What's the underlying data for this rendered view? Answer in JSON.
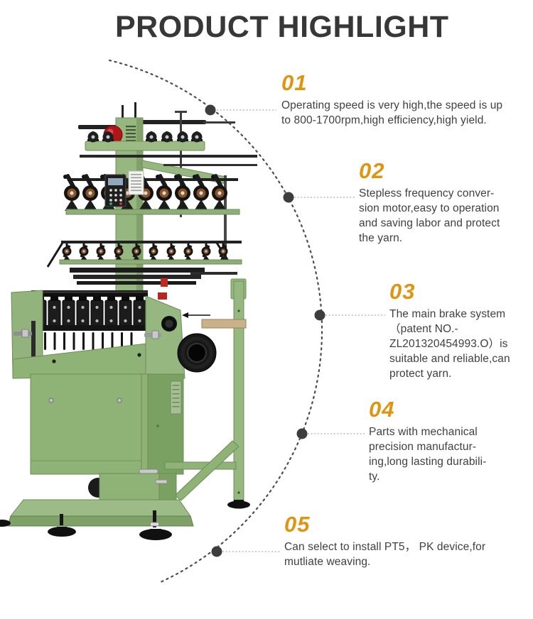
{
  "header": {
    "title": "PRODUCT HIGHLIGHT"
  },
  "features": [
    {
      "number": "01",
      "text": "Operating speed is very high,the speed is up\nto 800-1700rpm,high efficiency,high yield."
    },
    {
      "number": "02",
      "text": "Stepless frequency conver-\nsion motor,easy to operation\nand saving labor and protect\nthe yarn."
    },
    {
      "number": "03",
      "text": "The main brake system\n（patent NO.-\nZL201320454993.O）is\nsuitable and reliable,can\nprotect yarn."
    },
    {
      "number": "04",
      "text": "Parts with mechanical\nprecision manufactur-\ning,long lasting durabili-\nty."
    },
    {
      "number": "05",
      "text": "Can select to install PT5， PK device,for\nmutliate weaving."
    }
  ],
  "icons": {
    "illustration": "needle-loom-machine",
    "timeline": "dotted-arc-with-dots"
  },
  "colors": {
    "accent": "#E0940F",
    "title": "#373737",
    "body_text": "#404040",
    "dot": "#3D3D3D",
    "arc": "#4D4D4D",
    "connector": "#9A9A9A",
    "machine_green": "#8FB377"
  }
}
